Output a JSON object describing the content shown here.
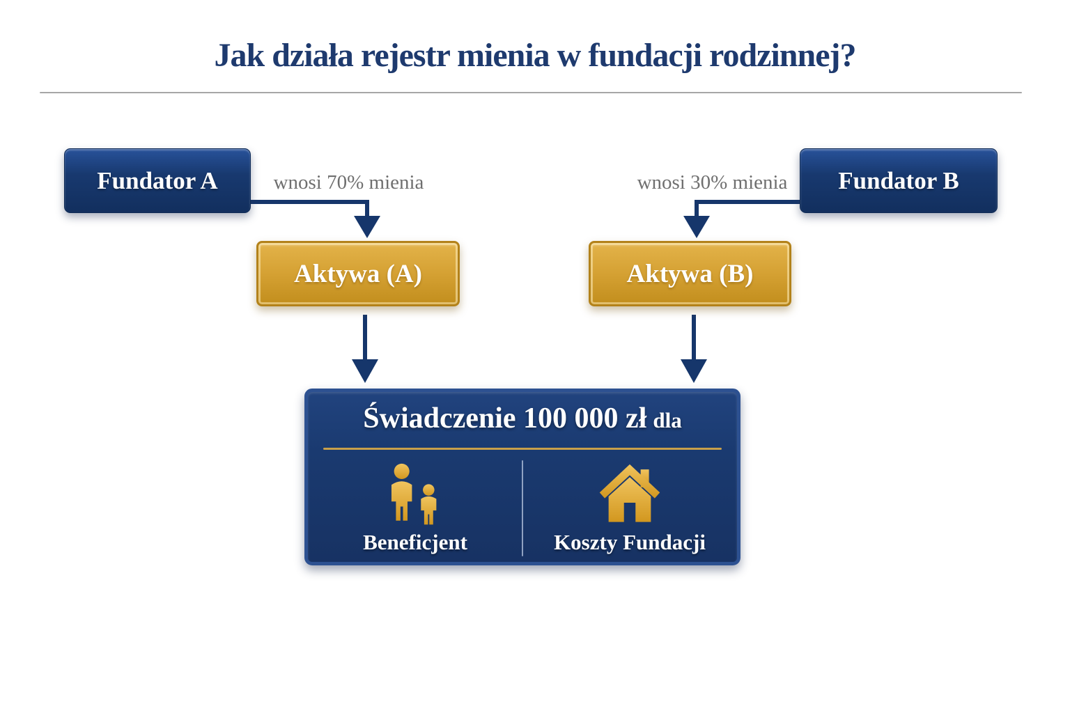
{
  "page": {
    "title": "Jak działa rejestr mienia w fundacji rodzinnej?"
  },
  "nodes": {
    "fundator_a": {
      "label": "Fundator A"
    },
    "fundator_b": {
      "label": "Fundator B"
    },
    "aktywa_a": {
      "label": "Aktywa (A)"
    },
    "aktywa_b": {
      "label": "Aktywa (B)"
    }
  },
  "edges": [
    {
      "from": "Fundator A",
      "to": "Aktywa (A)",
      "label": "wnosi 70% mienia"
    },
    {
      "from": "Fundator B",
      "to": "Aktywa (B)",
      "label": "wnosi 30% mienia"
    },
    {
      "from": "Aktywa (A)",
      "to": "Świadczenie"
    },
    {
      "from": "Aktywa (B)",
      "to": "Świadczenie"
    }
  ],
  "benefit_box": {
    "title_main": "Świadczenie 100 000 zł",
    "title_suffix": "dla",
    "left": {
      "icon": "family-icon",
      "label": "Beneficjent"
    },
    "right": {
      "icon": "house-icon",
      "label": "Koszty Fundacji"
    }
  },
  "colors": {
    "title_text": "#1e3a6e",
    "navy_box": "#18396f",
    "navy_box_border_light": "#2d5191",
    "gold_box": "#d5a133",
    "gold_box_border": "#b3821a",
    "gray_label": "#6f6f6f",
    "arrow": "#16366b",
    "gold_divider": "#c9a04a",
    "icon_gold": "#e0ad3d",
    "background": "#ffffff"
  }
}
